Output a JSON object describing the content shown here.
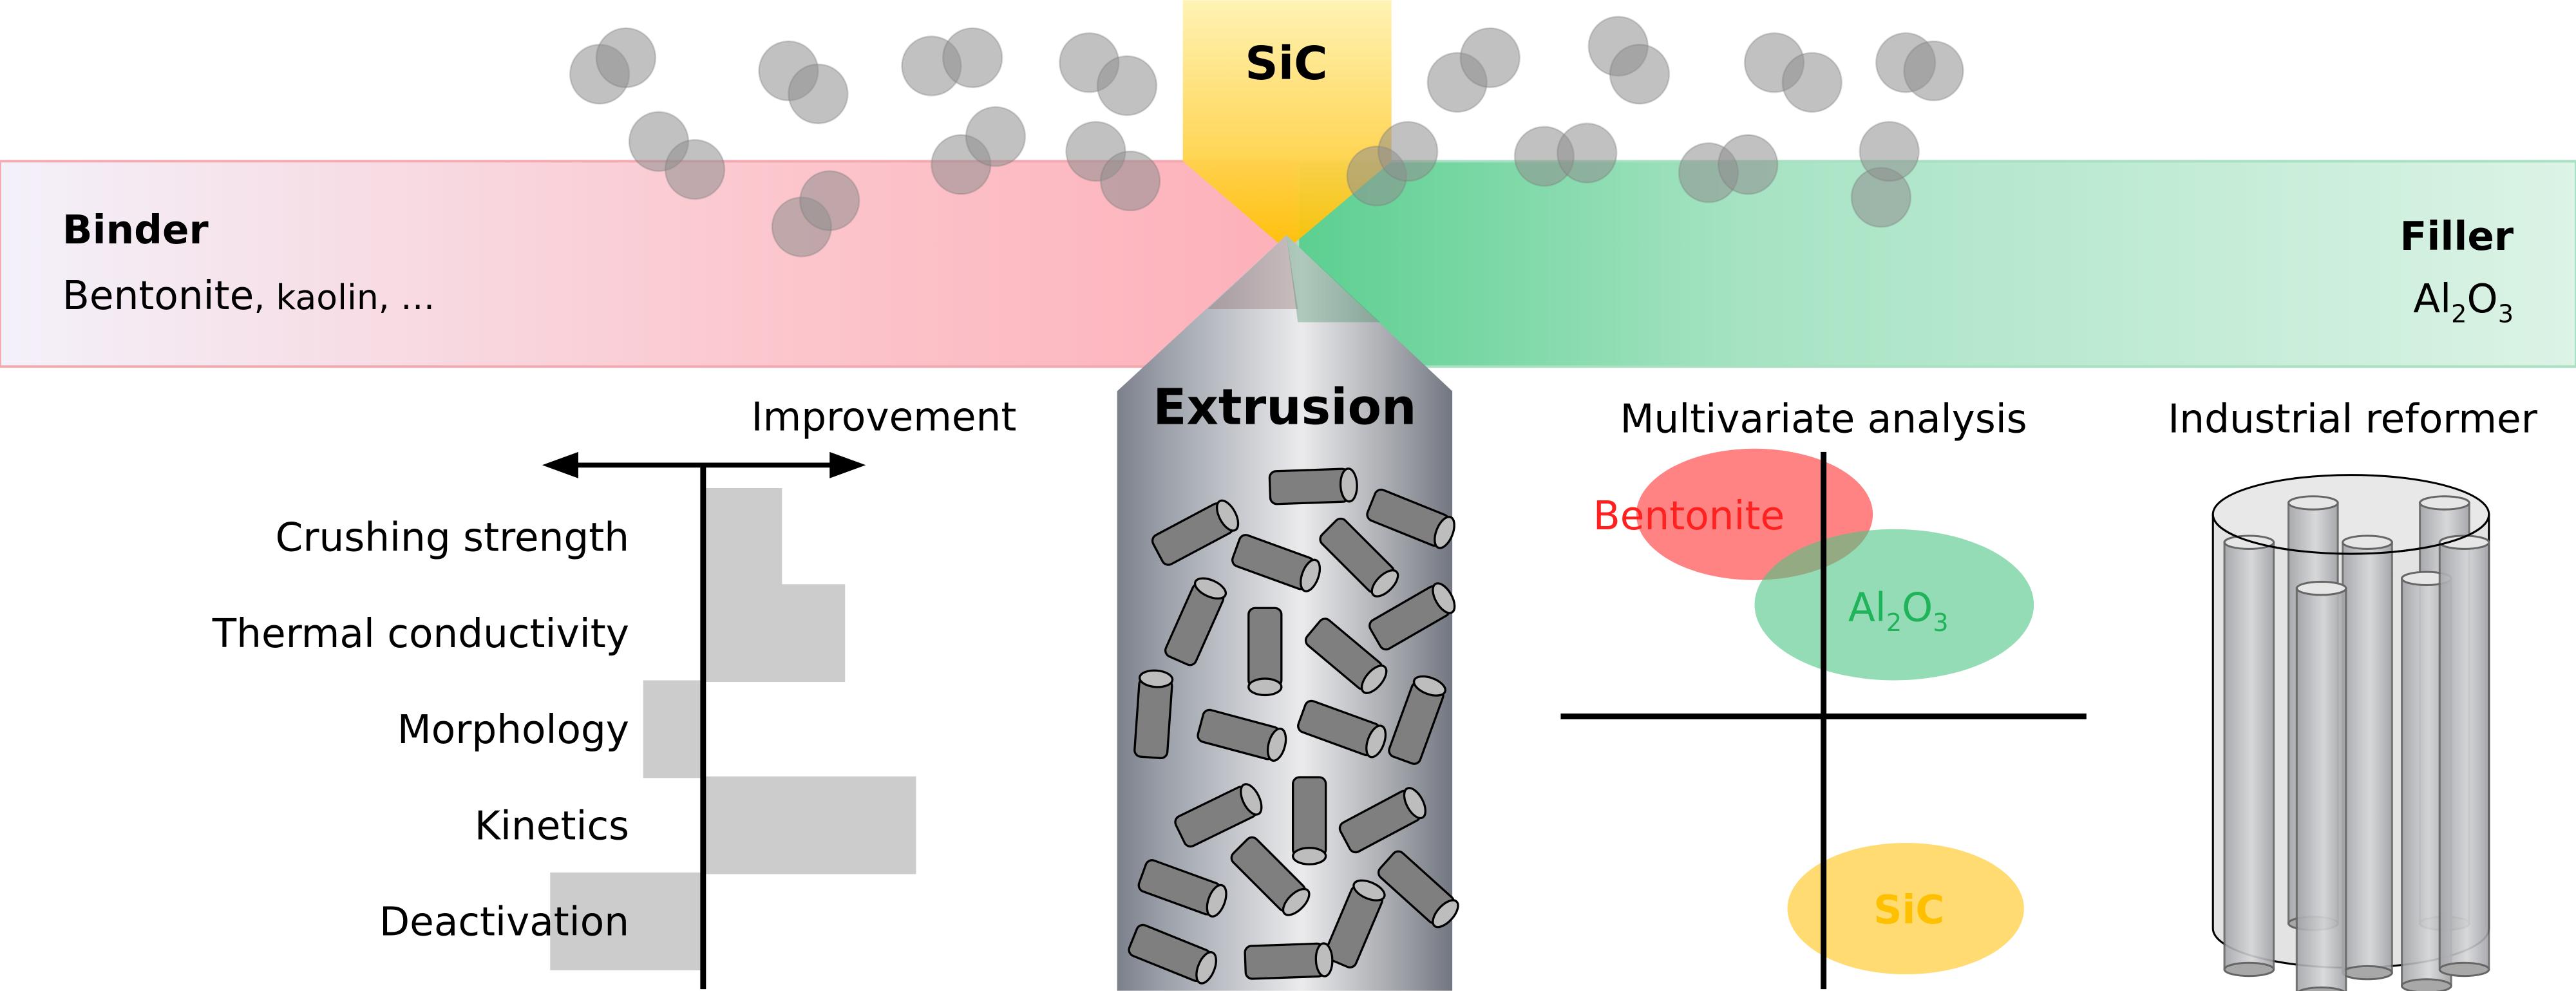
{
  "top": {
    "sic_label": "SiC"
  },
  "binder": {
    "title": "Binder",
    "main": "Bentonite",
    "rest": ", kaolin, …"
  },
  "filler": {
    "title": "Filler",
    "formula": [
      "Al",
      "2",
      "O",
      "3"
    ]
  },
  "extrusion": {
    "title": "Extrusion"
  },
  "improvement": {
    "title": "Improvement",
    "items": [
      {
        "label": "Crushing strength",
        "value": 0.5
      },
      {
        "label": "Thermal conductivity",
        "value": 0.9
      },
      {
        "label": "Morphology",
        "value": -0.38
      },
      {
        "label": "Kinetics",
        "value": 1.35
      },
      {
        "label": "Deactivation",
        "value": -0.97
      }
    ]
  },
  "multivariate": {
    "title": "Multivariate analysis",
    "groups": {
      "bentonite": {
        "label": "Bentonite",
        "color": "#ff2020"
      },
      "al2o3": {
        "formula": [
          "Al",
          "2",
          "O",
          "3"
        ],
        "color": "#1fb35a"
      },
      "sic": {
        "label": "SiC",
        "color": "#ffc000"
      }
    }
  },
  "reformer": {
    "title": "Industrial reformer"
  },
  "colors": {
    "binder": "#fdb2bb",
    "filler": "#7ed6a8",
    "sic": "#ffc629",
    "bar": "#cccccc"
  }
}
